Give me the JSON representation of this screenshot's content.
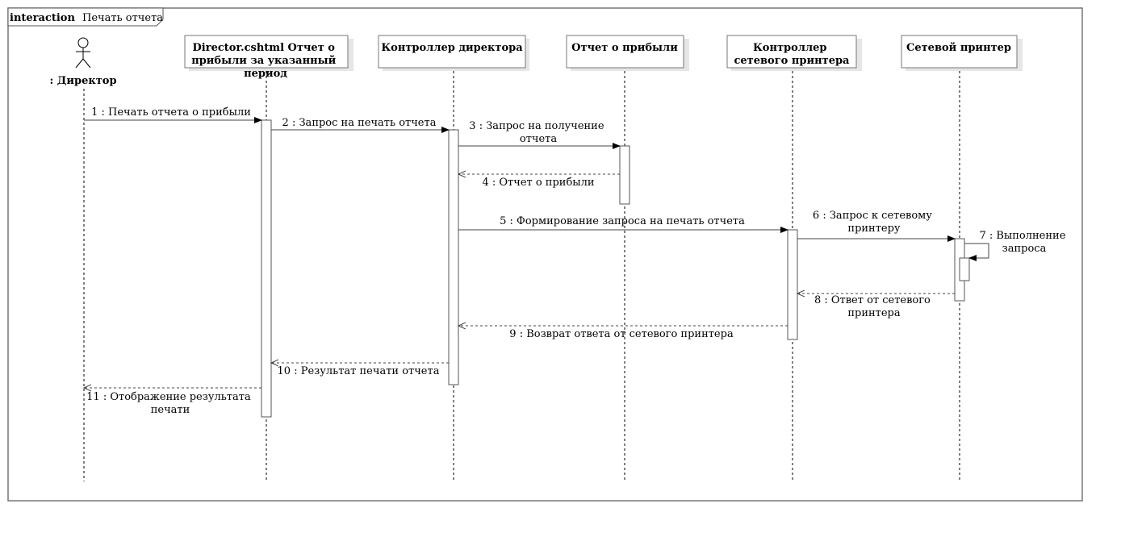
{
  "frame": {
    "keyword": "interaction",
    "name": "Печать отчета"
  },
  "actor": {
    "name": ": Директор",
    "icon": "stick-figure-icon"
  },
  "lifelines": [
    {
      "id": "view",
      "lines": [
        "Director.cshtml Отчет о",
        "прибыли за указанный",
        "период"
      ]
    },
    {
      "id": "dir_ctrl",
      "lines": [
        "Контроллер директора"
      ]
    },
    {
      "id": "profit_report",
      "lines": [
        "Отчет о прибыли"
      ]
    },
    {
      "id": "printer_ctrl",
      "lines": [
        "Контроллер",
        "сетевого принтера"
      ]
    },
    {
      "id": "printer",
      "lines": [
        "Сетевой принтер"
      ]
    }
  ],
  "messages": [
    {
      "lines": [
        "1 : Печать отчета о прибыли"
      ],
      "kind": "sync"
    },
    {
      "lines": [
        "2 : Запрос на печать отчета"
      ],
      "kind": "sync"
    },
    {
      "lines": [
        "3 : Запрос на получение",
        "отчета"
      ],
      "kind": "sync"
    },
    {
      "lines": [
        "4 : Отчет о прибыли"
      ],
      "kind": "return"
    },
    {
      "lines": [
        "5 : Формирование запроса на печать отчета"
      ],
      "kind": "sync"
    },
    {
      "lines": [
        "6 : Запрос к сетевому",
        "принтеру"
      ],
      "kind": "sync"
    },
    {
      "lines": [
        "7 : Выполнение",
        "запроса"
      ],
      "kind": "self"
    },
    {
      "lines": [
        "8 : Ответ от сетевого",
        "принтера"
      ],
      "kind": "return"
    },
    {
      "lines": [
        "9 : Возврат ответа от сетевого принтера"
      ],
      "kind": "return"
    },
    {
      "lines": [
        "10 : Результат печати отчета"
      ],
      "kind": "return"
    },
    {
      "lines": [
        "11 : Отображение результата",
        "печати"
      ],
      "kind": "return"
    }
  ]
}
